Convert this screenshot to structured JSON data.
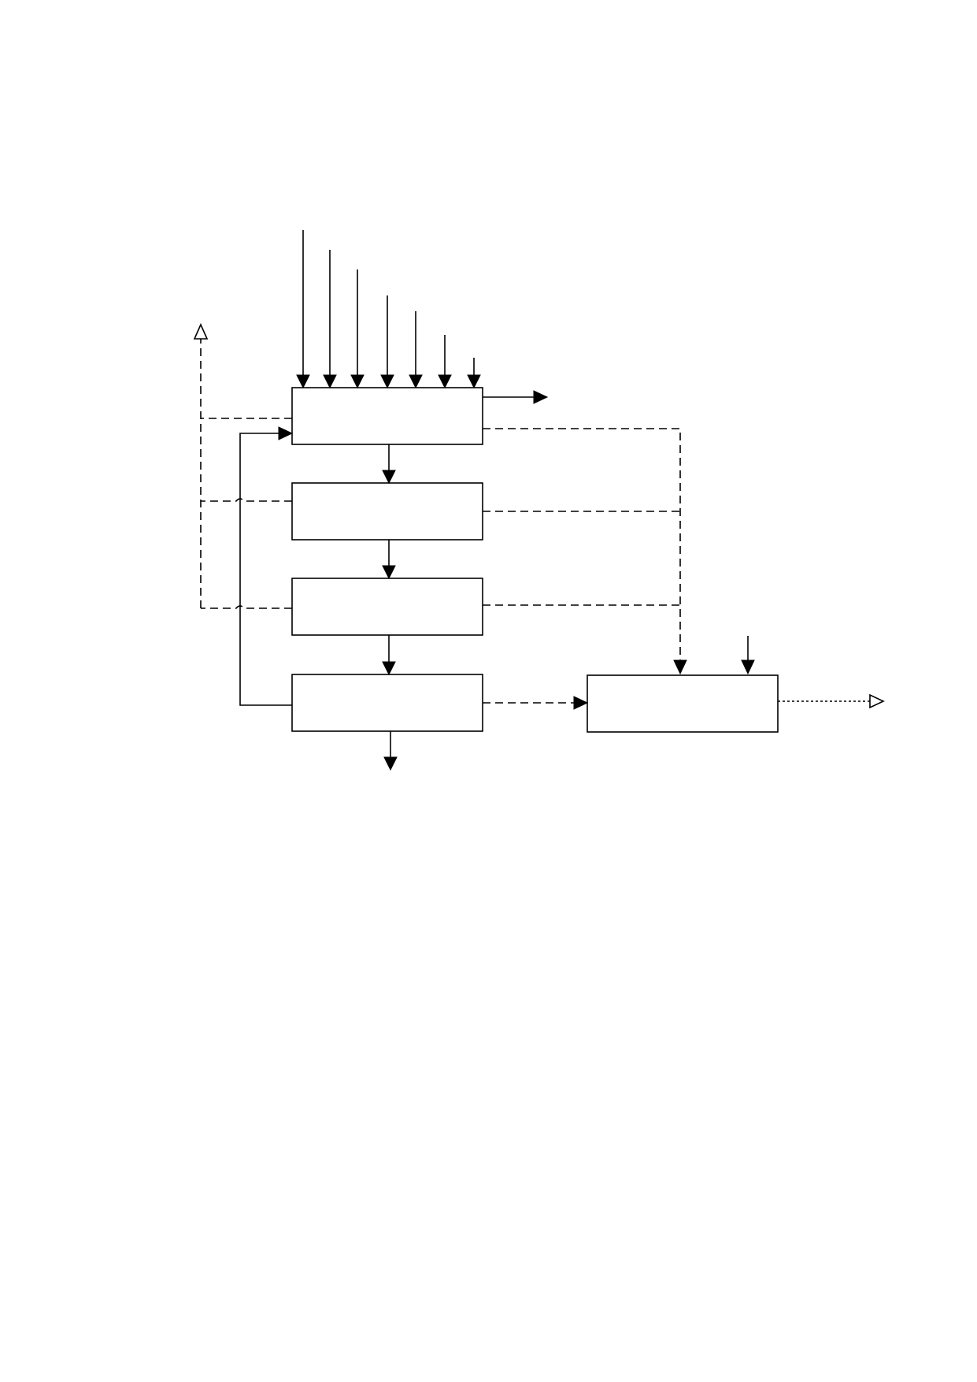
{
  "diagram": {
    "type": "process-flow",
    "labels_present": false,
    "colors": {
      "line": "#000000",
      "background": "#ffffff"
    },
    "nodes": [
      {
        "id": "stage-1",
        "text": ""
      },
      {
        "id": "stage-2",
        "text": ""
      },
      {
        "id": "stage-3",
        "text": ""
      },
      {
        "id": "stage-4",
        "text": ""
      },
      {
        "id": "side-unit",
        "text": ""
      }
    ],
    "edges": [
      {
        "from": "input-1",
        "to": "stage-1",
        "style": "solid"
      },
      {
        "from": "input-2",
        "to": "stage-1",
        "style": "solid"
      },
      {
        "from": "input-3",
        "to": "stage-1",
        "style": "solid"
      },
      {
        "from": "input-4",
        "to": "stage-1",
        "style": "solid"
      },
      {
        "from": "input-5",
        "to": "stage-1",
        "style": "solid"
      },
      {
        "from": "input-6",
        "to": "stage-1",
        "style": "solid"
      },
      {
        "from": "input-7",
        "to": "stage-1",
        "style": "solid"
      },
      {
        "from": "stage-1",
        "to": "output-right",
        "style": "solid"
      },
      {
        "from": "stage-1",
        "to": "stage-2",
        "style": "solid"
      },
      {
        "from": "stage-2",
        "to": "stage-3",
        "style": "solid"
      },
      {
        "from": "stage-3",
        "to": "stage-4",
        "style": "solid"
      },
      {
        "from": "stage-4",
        "to": "output-bottom",
        "style": "solid"
      },
      {
        "from": "stage-4",
        "to": "stage-1",
        "style": "solid",
        "kind": "recycle"
      },
      {
        "from": "stage-1",
        "to": "vent-left",
        "style": "dashed"
      },
      {
        "from": "stage-2",
        "to": "vent-left",
        "style": "dashed"
      },
      {
        "from": "stage-3",
        "to": "vent-left",
        "style": "dashed"
      },
      {
        "from": "stage-1",
        "to": "side-unit",
        "style": "dashed"
      },
      {
        "from": "stage-2",
        "to": "side-unit",
        "style": "dashed"
      },
      {
        "from": "stage-3",
        "to": "side-unit",
        "style": "dashed"
      },
      {
        "from": "stage-4",
        "to": "side-unit",
        "style": "dashed"
      },
      {
        "from": "input-side",
        "to": "side-unit",
        "style": "solid"
      },
      {
        "from": "side-unit",
        "to": "output-side",
        "style": "dotted"
      }
    ]
  }
}
